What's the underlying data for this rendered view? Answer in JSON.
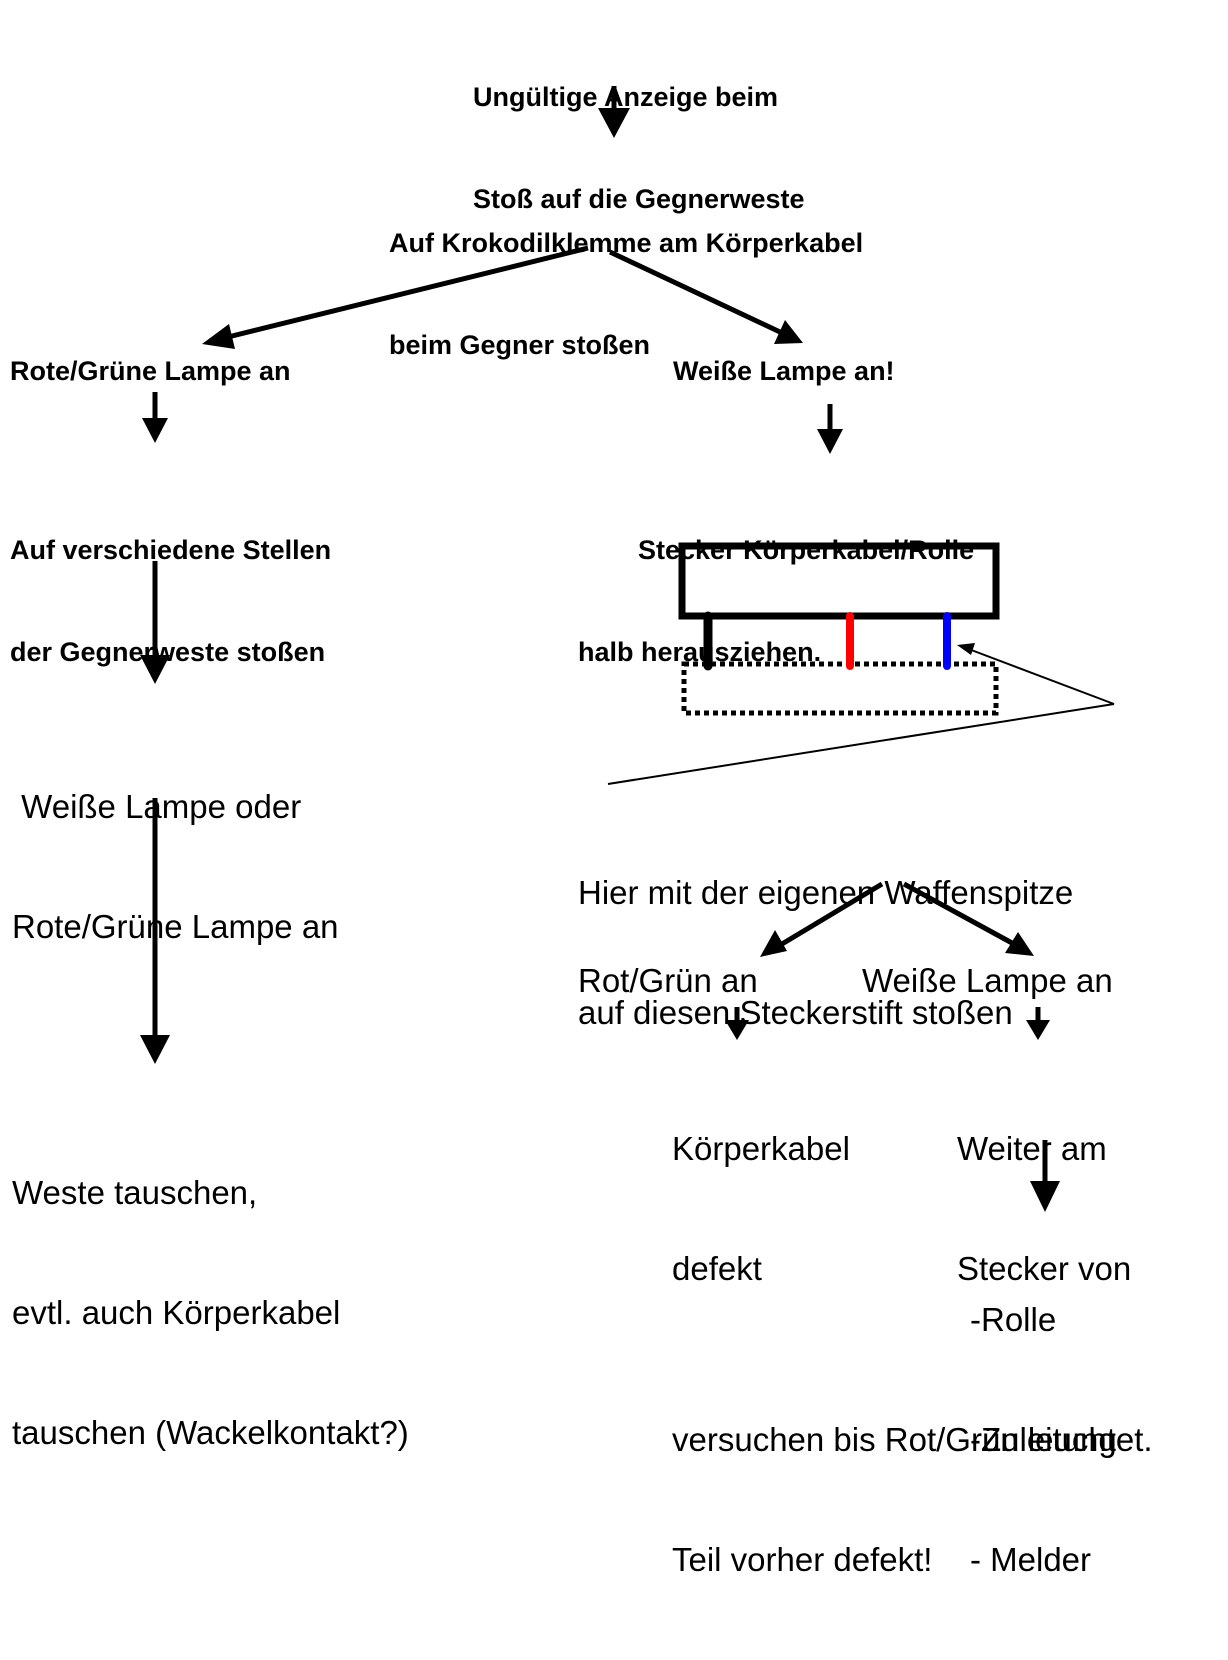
{
  "title": [
    "Ungültige Anzeige beim",
    "Stoß auf die Gegnerweste"
  ],
  "step1": [
    "Auf Krokodilklemme am Körperkabel",
    "beim Gegner stoßen"
  ],
  "left": {
    "outcome": "Rote/Grüne Lampe an",
    "action": [
      "Auf verschiedene Stellen",
      "der Gegnerweste stoßen"
    ],
    "result": [
      " Weiße Lampe oder",
      "Rote/Grüne Lampe an"
    ],
    "remedy": [
      "Weste tauschen,",
      "evtl. auch Körperkabel",
      "tauschen (Wackelkontakt?)"
    ]
  },
  "right": {
    "outcome": "Weiße Lampe an!",
    "action": [
      "        Stecker Körperkabel/Rolle",
      "halb herausziehen."
    ],
    "instruction": [
      "Hier mit der eigenen Waffenspitze",
      "auf diesen Steckerstift stoßen"
    ],
    "branch_a": {
      "label": "Rot/Grün an",
      "result": [
        "Körperkabel",
        "defekt"
      ]
    },
    "branch_b": {
      "label": "Weiße Lampe an",
      "result": [
        "Weiter am",
        "Stecker von"
      ],
      "items": [
        "-Rolle",
        "-Zuleitung",
        "- Melder"
      ]
    },
    "conclusion": [
      "versuchen bis Rot/Grün leuchtet.",
      "Teil vorher defekt!"
    ]
  },
  "colors": {
    "pin_left": "#000000",
    "pin_middle": "#ff0000",
    "pin_right": "#0000ff"
  }
}
